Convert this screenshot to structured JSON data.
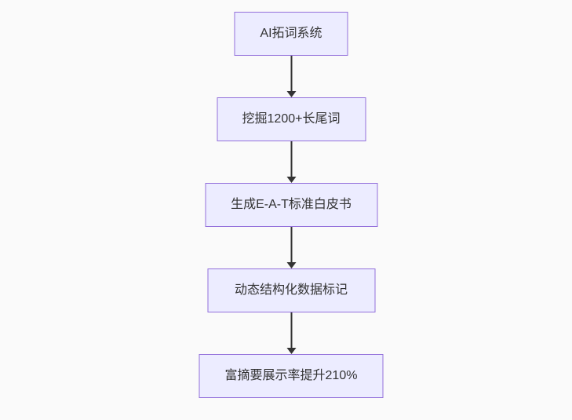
{
  "diagram": {
    "type": "flowchart",
    "direction": "top-down",
    "nodes": [
      {
        "id": "n1",
        "label": "AI拓词系统"
      },
      {
        "id": "n2",
        "label": "挖掘1200+长尾词"
      },
      {
        "id": "n3",
        "label": "生成E-A-T标准白皮书"
      },
      {
        "id": "n4",
        "label": "动态结构化数据标记"
      },
      {
        "id": "n5",
        "label": "富摘要展示率提升210%"
      }
    ],
    "edges": [
      {
        "from": "n1",
        "to": "n2"
      },
      {
        "from": "n2",
        "to": "n3"
      },
      {
        "from": "n3",
        "to": "n4"
      },
      {
        "from": "n4",
        "to": "n5"
      }
    ]
  },
  "colors": {
    "canvas_bg": "#fafafa",
    "node_fill": "#ECECFF",
    "node_border": "#9370DB",
    "node_text": "#333333",
    "arrow": "#333333"
  }
}
